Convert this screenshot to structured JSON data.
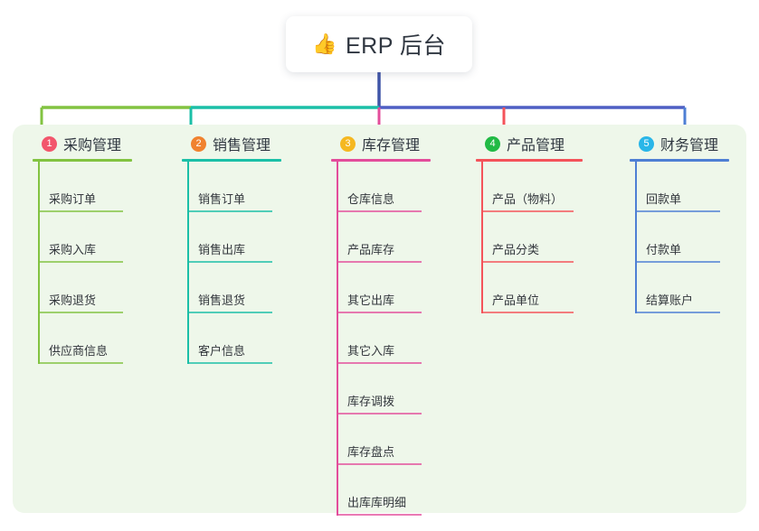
{
  "root": {
    "icon": "thumbs-up-icon",
    "icon_glyph": "👍",
    "label": "ERP 后台"
  },
  "palette": {
    "panel_background": "#eef7ea",
    "page_background": "#ffffff",
    "text": "#2f3640",
    "root_trunk": "#4055a8",
    "bus_green": "#82c341",
    "bus_teal": "#1bbfa7",
    "bus_blue": "#4e5fc4"
  },
  "branches": [
    {
      "number": "1",
      "title": "采购管理",
      "badge_color": "#f2566c",
      "line_color": "#82c341",
      "items": [
        "采购订单",
        "采购入库",
        "采购退货",
        "供应商信息"
      ]
    },
    {
      "number": "2",
      "title": "销售管理",
      "badge_color": "#f0822f",
      "line_color": "#1bbfa7",
      "items": [
        "销售订单",
        "销售出库",
        "销售退货",
        "客户信息"
      ]
    },
    {
      "number": "3",
      "title": "库存管理",
      "badge_color": "#f5b821",
      "line_color": "#e34d9b",
      "items": [
        "仓库信息",
        "产品库存",
        "其它出库",
        "其它入库",
        "库存调拨",
        "库存盘点",
        "出库库明细"
      ]
    },
    {
      "number": "4",
      "title": "产品管理",
      "badge_color": "#21ba45",
      "line_color": "#f4535a",
      "items": [
        "产品（物料）",
        "产品分类",
        "产品单位"
      ]
    },
    {
      "number": "5",
      "title": "财务管理",
      "badge_color": "#29b6e8",
      "line_color": "#4e7fd4",
      "items": [
        "回款单",
        "付款单",
        "结算账户"
      ]
    }
  ]
}
